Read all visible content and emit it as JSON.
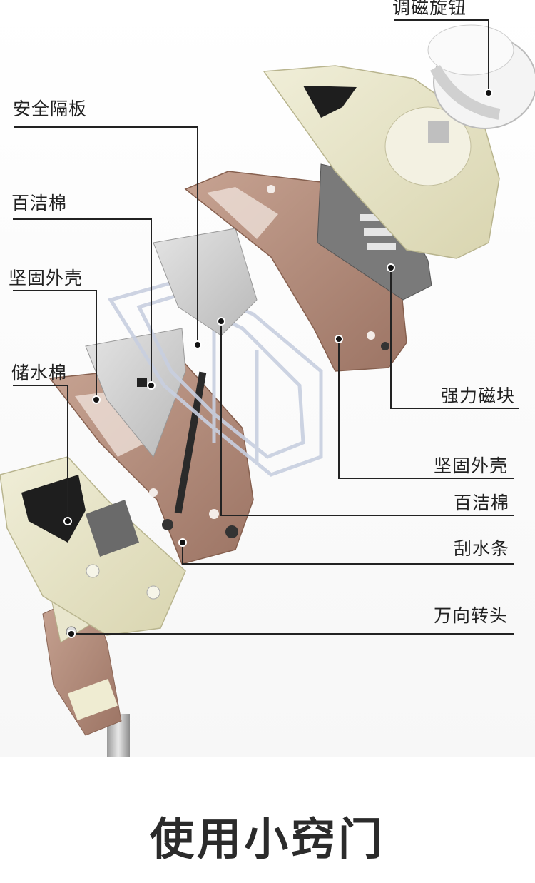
{
  "labels": {
    "magnetic_knob": "调磁旋钮",
    "safety_board": "安全隔板",
    "cleaning_sponge_left": "百洁棉",
    "shell_left": "坚固外壳",
    "water_cotton": "储水棉",
    "strong_magnet": "强力磁块",
    "shell_right": "坚固外壳",
    "cleaning_sponge_right": "百洁棉",
    "wiper_strip": "刮水条",
    "swivel_head": "万向转头"
  },
  "caption": "使用小窍门",
  "colors": {
    "cream": "#e6e3c4",
    "brown": "#b08a79",
    "grey": "#8a8a8a",
    "line": "#222222"
  }
}
